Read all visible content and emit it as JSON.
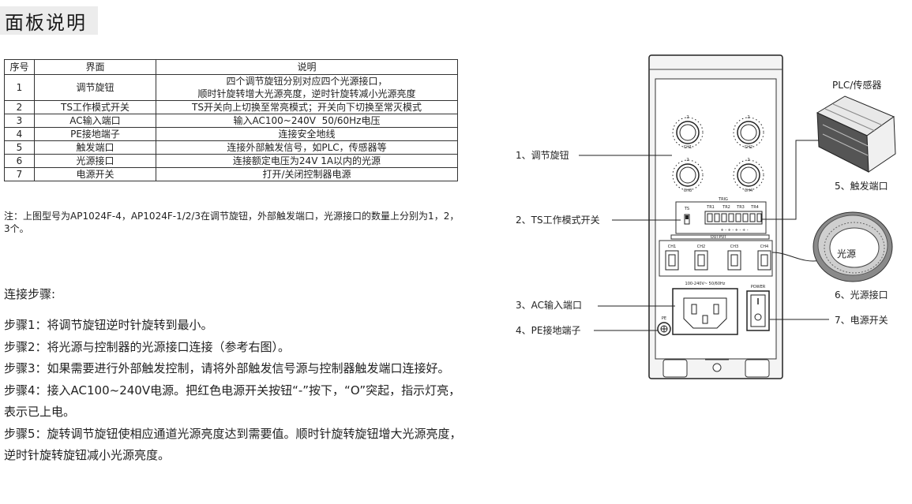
{
  "header": {
    "title": "面板说明"
  },
  "table": {
    "headers": [
      "序号",
      "界面",
      "说明"
    ],
    "rows": [
      [
        "1",
        "调节旋钮",
        "四个调节旋钮分别对应四个光源接口，\n顺时针旋转增大光源亮度，逆时针旋转减小光源亮度"
      ],
      [
        "2",
        "TS工作模式开关",
        "TS开关向上切换至常亮模式；开关向下切换至常灭模式"
      ],
      [
        "3",
        "AC输入端口",
        "输入AC100~240V  50/60Hz电压"
      ],
      [
        "4",
        "PE接地端子",
        "连接安全地线"
      ],
      [
        "5",
        "触发端口",
        "连接外部触发信号，如PLC，传感器等"
      ],
      [
        "6",
        "光源接口",
        "连接额定电压为24V 1A以内的光源"
      ],
      [
        "7",
        "电源开关",
        "打开/关闭控制器电源"
      ]
    ]
  },
  "note": "注：上图型号为AP1024F-4，AP1024F-1/2/3在调节旋钮，外部触发端口，光源接口的数量上分别为1，2，3个。",
  "steps": {
    "heading": "连接步骤:",
    "items": [
      "步骤1：将调节旋钮逆时针旋转到最小。",
      "步骤2：将光源与控制器的光源接口连接（参考右图）。",
      "步骤3：如果需要进行外部触发控制，请将外部触发信号源与控制器触发端口连接好。",
      "步骤4：接入AC100~240V电源。把红色电源开关按钮“-”按下，“O”突起，指示灯亮，表示已上电。",
      "步骤5：旋转调节旋钮使相应通道光源亮度达到需要值。顺时针旋转旋钮增大光源亮度，逆时针旋转旋钮减小光源亮度。"
    ]
  },
  "diagram": {
    "callouts": {
      "knob": "1、调节旋钮",
      "ts": "2、TS工作模式开关",
      "ac": "3、AC输入端口",
      "pe": "4、PE接地端子",
      "trigger": "5、触发端口",
      "light_port": "6、光源接口",
      "power": "7、电源开关",
      "plc": "PLC/传感器",
      "light_source": "光源"
    },
    "panel_labels": {
      "ch1": "CH1",
      "ch2": "CH2",
      "ch3": "CH3",
      "ch4": "CH4",
      "trig": "TRIG",
      "tr1": "TR1",
      "tr2": "TR2",
      "tr3": "TR3",
      "tr4": "TR4",
      "ts": "TS",
      "output": "OUTPUT",
      "o1": "CH1",
      "o2": "CH2",
      "o3": "CH3",
      "o4": "CH4",
      "ac_rating": "100-240V~ 50/60Hz",
      "power": "POWER",
      "pe": "PE",
      "knob_mark": "2"
    }
  }
}
